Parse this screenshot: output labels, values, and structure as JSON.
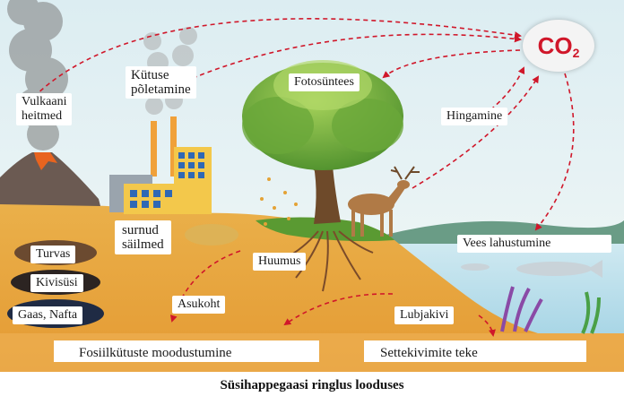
{
  "diagram": {
    "title": "Süsihappegaasi ringlus looduses",
    "co2": {
      "main": "CO",
      "sub": "2"
    },
    "labels": {
      "volcano": "Vulkaani\nheitmed",
      "fuel": "Kütuse\npõletamine",
      "photosynthesis": "Fotosüntees",
      "respiration": "Hingamine",
      "dissolving": "Vees lahustumine",
      "remains": "surnud\nsäilmed",
      "humus": "Huumus",
      "peat": "Turvas",
      "coal": "Kivisüsi",
      "gas_oil": "Gaas, Nafta",
      "location": "Asukoht",
      "limestone": "Lubjakivi",
      "fossil": "Fosiilkütuste moodustumine",
      "sediment": "Settekivimite teke"
    }
  },
  "colors": {
    "arrow": "#d0172a",
    "soil": "#e7a53c",
    "sky": "#e8f3f6",
    "water": "#bfe3ee"
  }
}
